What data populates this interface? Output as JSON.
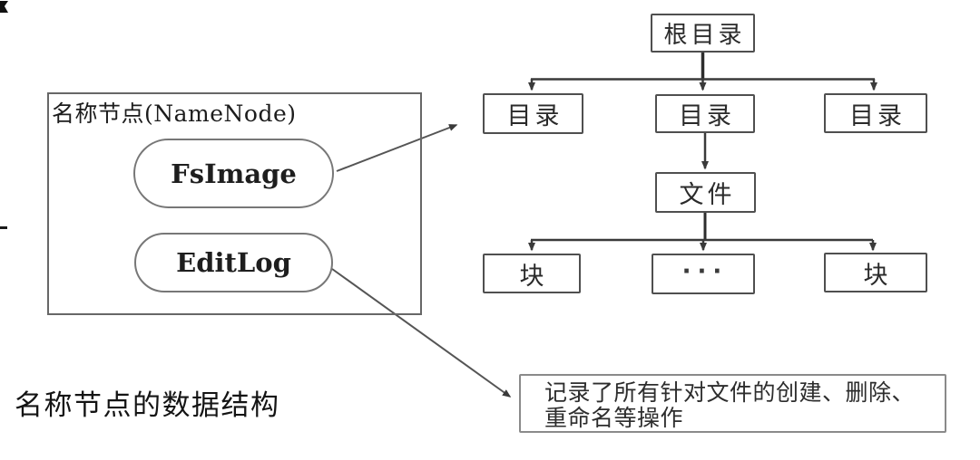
{
  "caption": "名称节点的数据结构",
  "namenode": {
    "title": "名称节点(NameNode)",
    "fsimage": "FsImage",
    "editlog": "EditLog"
  },
  "tree": {
    "root": "根目录",
    "directories": [
      "目录",
      "目录",
      "目录"
    ],
    "file": "文件",
    "blocks": [
      "块",
      "···",
      "块"
    ]
  },
  "note": "记录了所有针对文件的创建、删除、重命名等操作",
  "colors": {
    "line": "#3a3a3a",
    "node_border": "#4f4f4f",
    "namenode_border": "#676767",
    "note_border": "#8a8a8a",
    "background": "#ffffff"
  }
}
